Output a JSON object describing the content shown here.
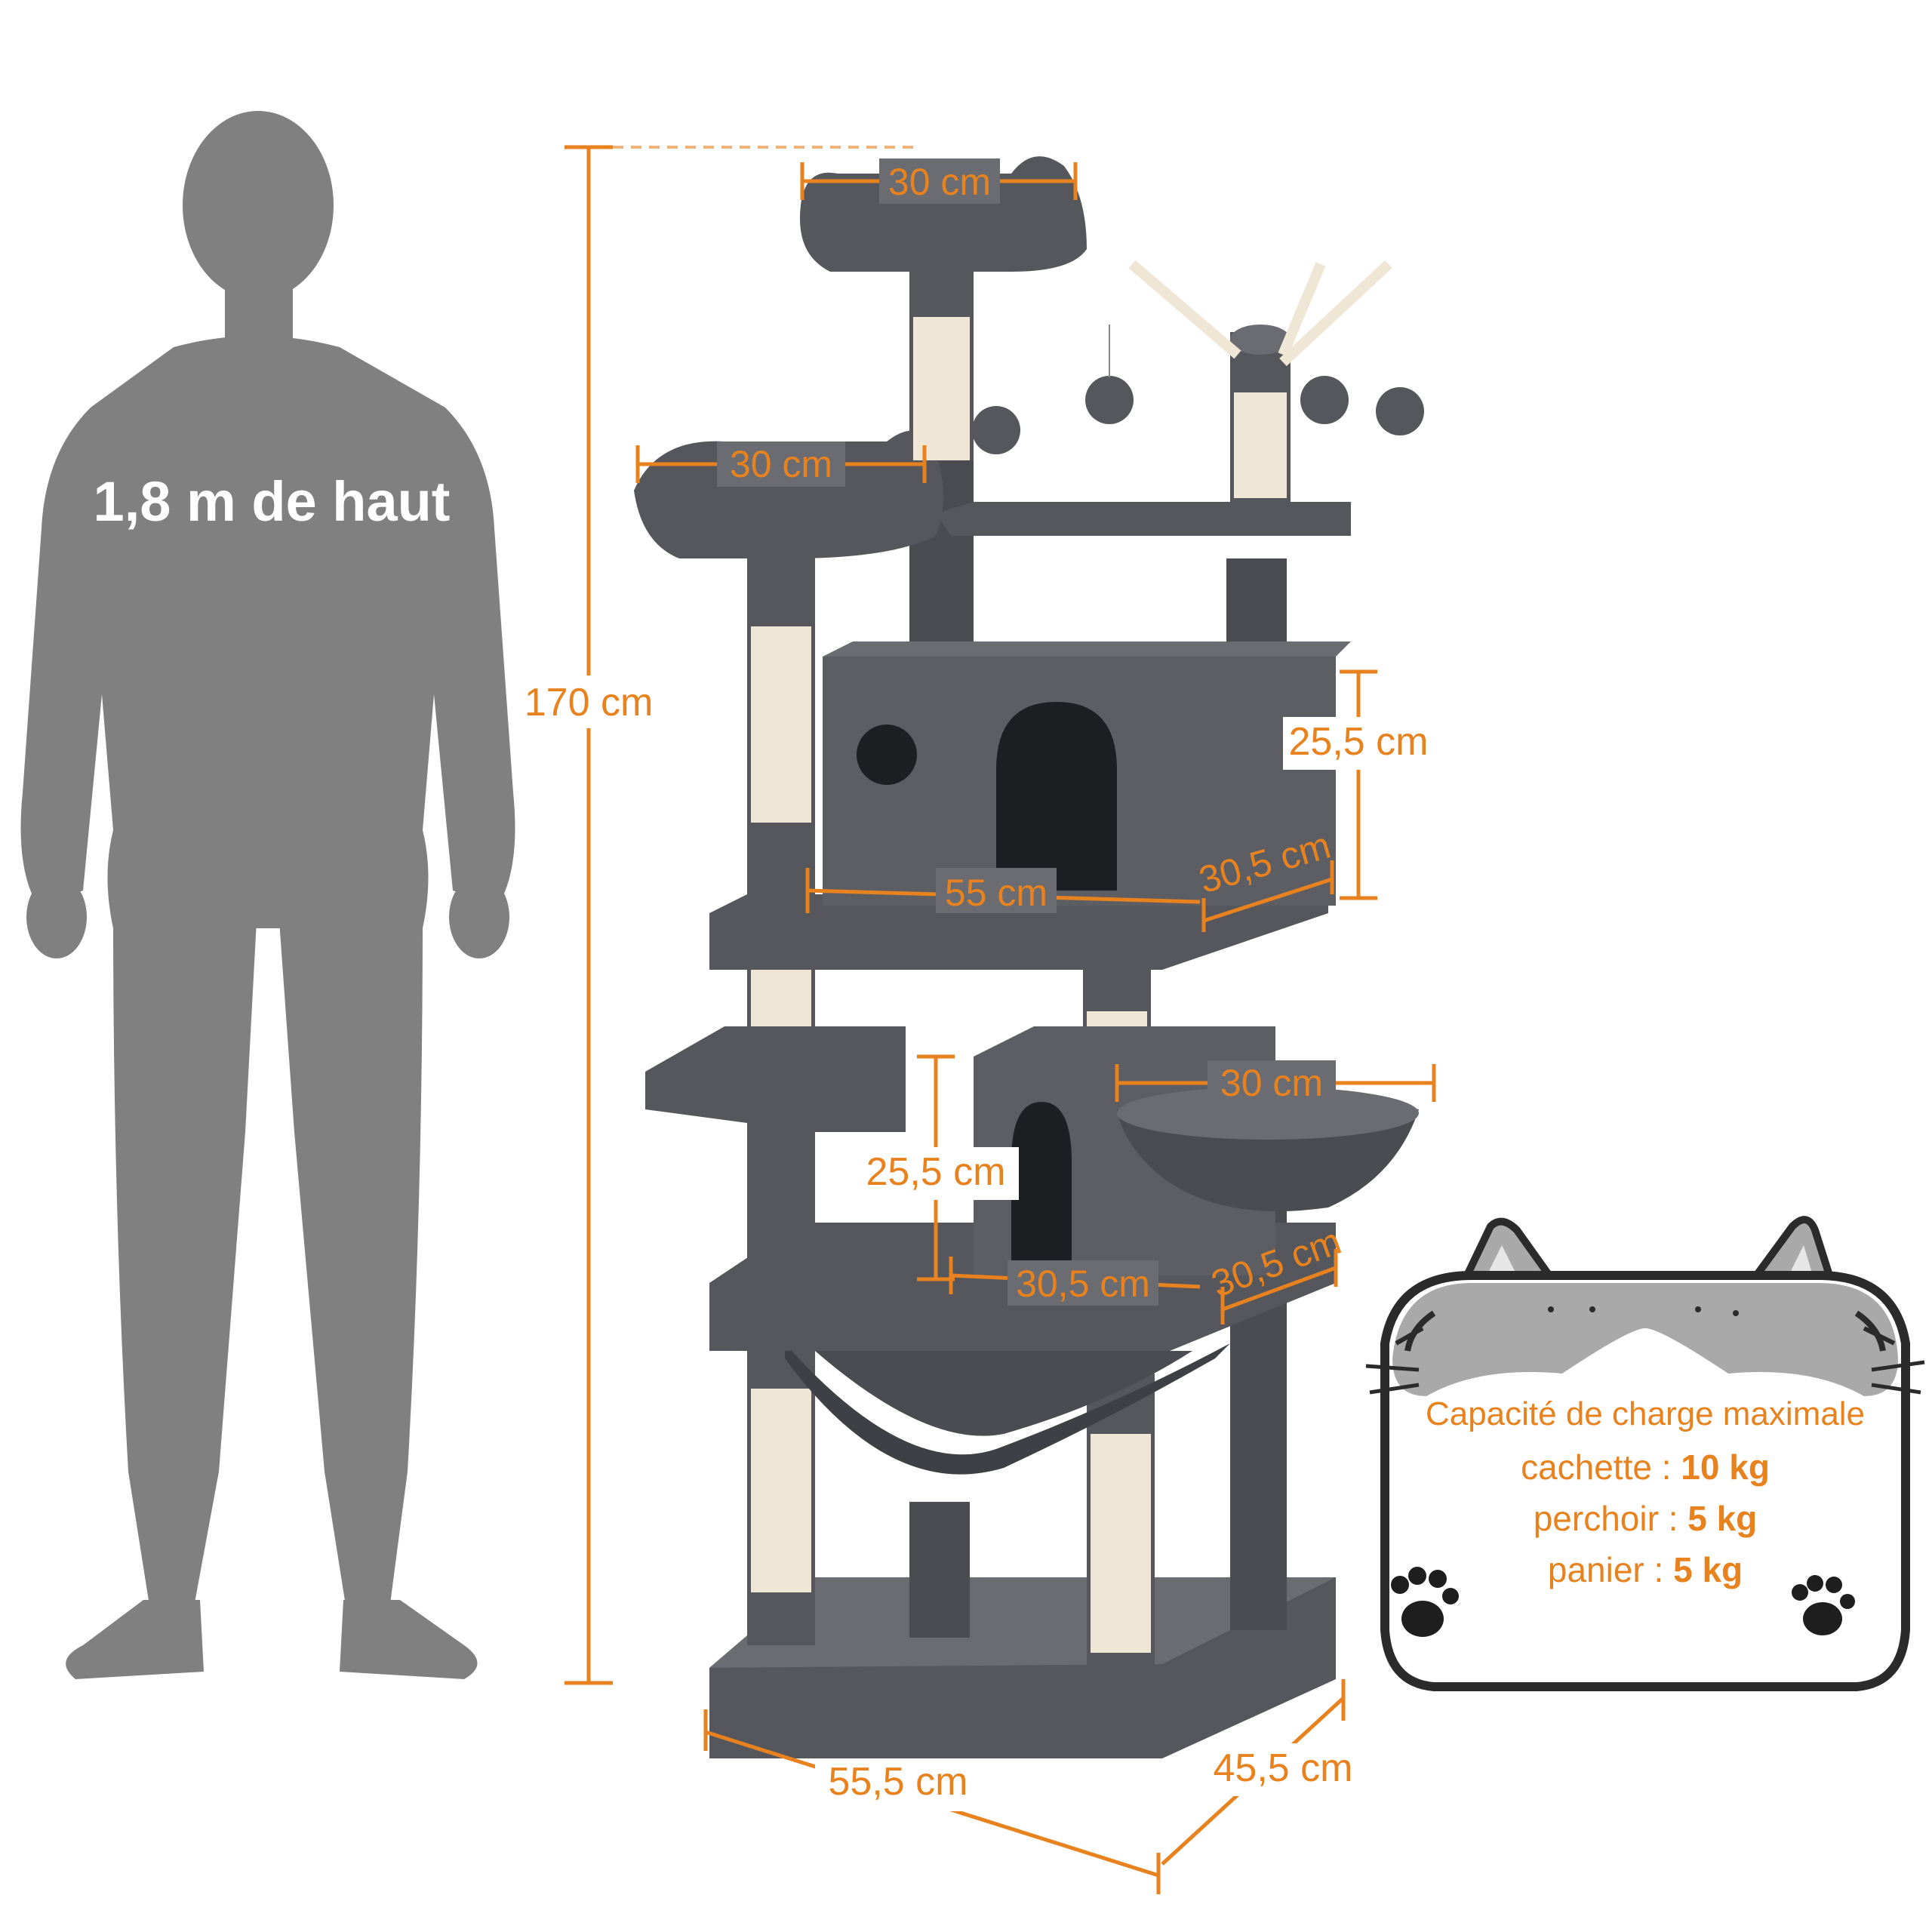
{
  "person": {
    "height_label": "1,8 m de haut"
  },
  "dimensions": {
    "total_height": "170 cm",
    "top_perch_width": "30 cm",
    "upper_perch_width": "30 cm",
    "upper_condo_height": "25,5 cm",
    "upper_platform_width": "55 cm",
    "upper_platform_depth": "30,5 cm",
    "basket_width": "30 cm",
    "lower_condo_height": "25,5 cm",
    "lower_condo_width": "30,5 cm",
    "lower_condo_depth": "30,5 cm",
    "base_width": "55,5 cm",
    "base_depth": "45,5 cm"
  },
  "capacity": {
    "title": "Capacité de charge maximale",
    "rows": [
      {
        "label": "cachette :",
        "value": "10 kg"
      },
      {
        "label": "perchoir :",
        "value": "5 kg"
      },
      {
        "label": "panier :",
        "value": "5 kg"
      }
    ]
  },
  "colors": {
    "accent": "#e8821e",
    "silhouette": "#808080",
    "plush": "#55575c",
    "sisal": "#efe6d6",
    "badge": "#a9a9a9"
  }
}
